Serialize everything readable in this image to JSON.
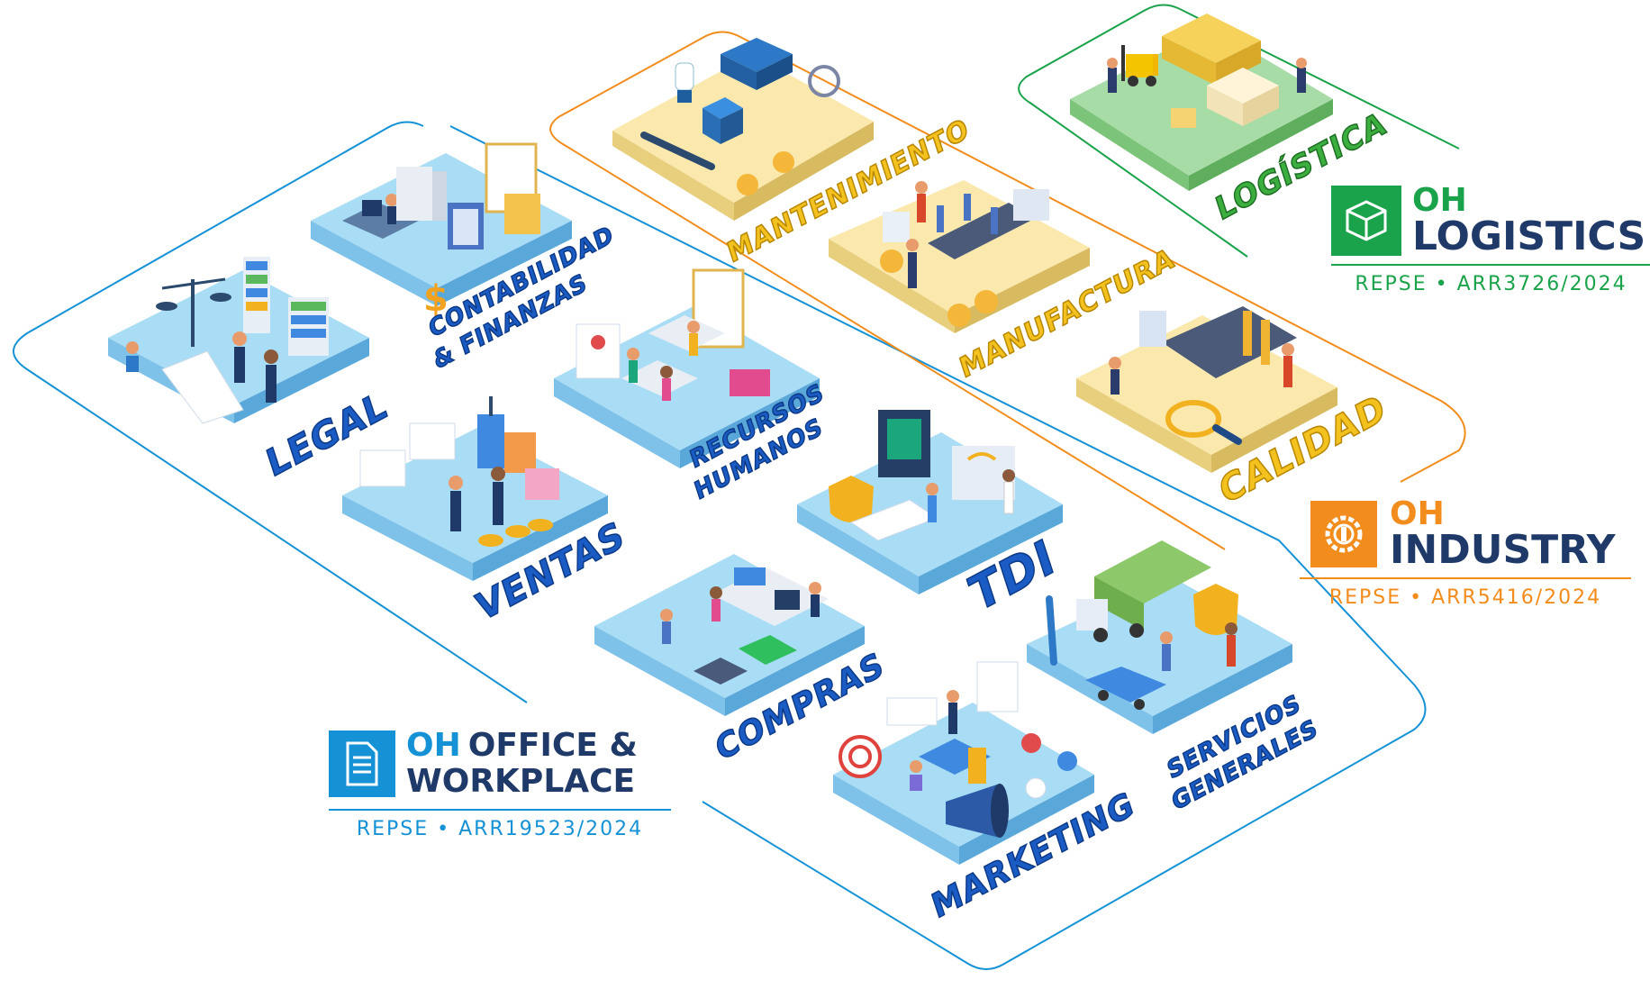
{
  "brands": {
    "logistics": {
      "oh": "OH",
      "name_lines": [
        "LOGISTICS"
      ],
      "repse": "REPSE • ARR3726/2024",
      "color": "#1aa34a",
      "icon": "box-icon"
    },
    "industry": {
      "oh": "OH",
      "name_lines": [
        "INDUSTRY"
      ],
      "repse": "REPSE • ARR5416/2024",
      "color": "#f28c1c",
      "icon": "gear-wrench-icon"
    },
    "office": {
      "oh": "OH",
      "name_lines": [
        "OFFICE &",
        "WORKPLACE"
      ],
      "repse": "REPSE • ARR19523/2024",
      "color": "#1592d6",
      "icon": "document-icon"
    }
  },
  "areas": {
    "logistica": "LOGÍSTICA",
    "mantenimiento": "MANTENIMIENTO",
    "manufactura": "MANUFACTURA",
    "calidad": "CALIDAD",
    "legal": "LEGAL",
    "contabilidad": [
      "CONTABILIDAD",
      "& FINANZAS"
    ],
    "recursos_humanos": [
      "RECURSOS",
      "HUMANOS"
    ],
    "ventas": "VENTAS",
    "tdi": "TDI",
    "compras": "COMPRAS",
    "servicios_generales": [
      "SERVICIOS",
      "GENERALES"
    ],
    "marketing": "MARKETING"
  },
  "colors": {
    "office_outline": "#1592d6",
    "industry_outline": "#f28c1c",
    "logistics_outline": "#1aa34a",
    "blue_tile": "#a9dcf5",
    "yellow_tile": "#fbe8ad",
    "green_tile": "#a8dca6",
    "label_blue": "#1a5bc4",
    "label_yellow": "#f4c21f",
    "label_green": "#3cae3f"
  }
}
